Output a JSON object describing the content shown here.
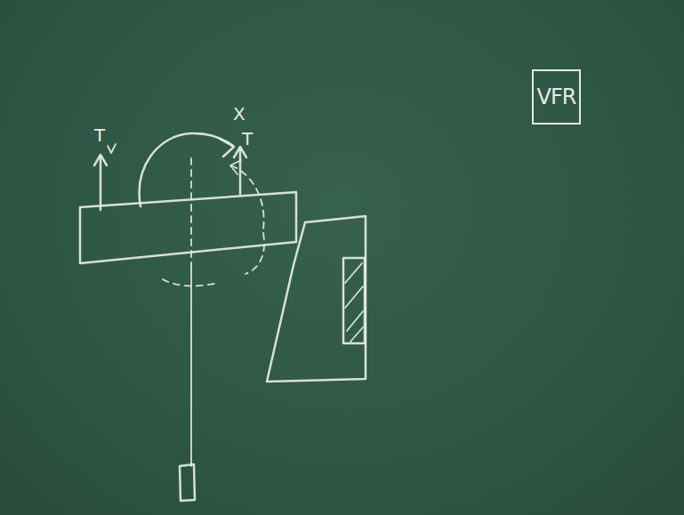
{
  "diagram": {
    "nodes": [
      {
        "text": [
          "VFR"
        ]
      }
    ],
    "edges": [],
    "labels": [
      "T",
      "T",
      "X"
    ]
  }
}
